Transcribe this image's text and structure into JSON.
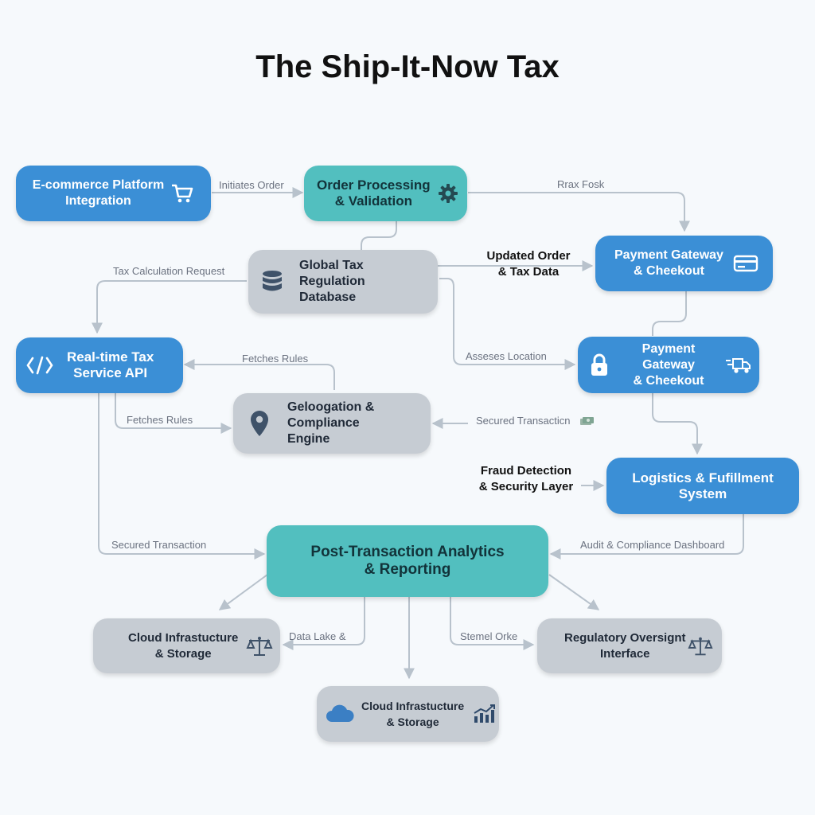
{
  "title": "The Ship-It-Now Tax",
  "nodes": {
    "ecommerce": "E-commerce Platform\nIntegration",
    "order_processing": "Order Processing\n& Validation",
    "global_tax_db": "Global Tax\nRegulation\nDatabase",
    "payment_gateway_1": "Payment Gateway\n& Cheekout",
    "realtime_tax_api": "Real-time Tax\nService API",
    "payment_gateway_2": "Payment Gateway\n& Cheekout",
    "geolocation_engine": "Geloogation &\nCompliance\nEngine",
    "logistics": "Logistics & Fufillment\nSystem",
    "analytics": "Post-Transaction Analytics\n& Reporting",
    "cloud_left": "Cloud Infrastucture\n& Storage",
    "regulatory": "Regulatory Oversignt\nInterface",
    "cloud_bottom": "Cloud Infrastucture\n& Storage"
  },
  "edge_labels": {
    "initiates_order": "Initiates Order",
    "rrax_fosk": "Rrax Fosk",
    "tax_calc_request": "Tax Calculation Request",
    "fetches_rules_top": "Fetches Rules",
    "assesses_location": "Asseses Location",
    "fetches_rules_left": "Fetches Rules",
    "secured_transaction_right": "Secured Transacticn",
    "secured_transaction_left": "Secured Transaction",
    "audit_dashboard": "Audit & Compliance Dashboard",
    "data_lake": "Data Lake &",
    "stemel_orke": "Stemel Orke"
  },
  "bold_labels": {
    "updated_order": "Updated Order\n& Tax Data",
    "fraud_detection": "Fraud Detection\n& Security Layer"
  },
  "icons": {
    "ecommerce": "shopping-cart-icon",
    "order_processing": "gear-icon",
    "global_tax_db": "database-icon",
    "payment_gateway_1": "credit-card-icon",
    "realtime_tax_api": "code-icon",
    "payment_gateway_2_left": "lock-icon",
    "payment_gateway_2_right": "delivery-truck-icon",
    "geolocation_engine": "map-pin-icon",
    "secured_transaction": "money-icon",
    "cloud_left": "scales-icon",
    "regulatory": "scales-icon",
    "cloud_bottom_left": "cloud-icon",
    "cloud_bottom_right": "bar-chart-icon"
  },
  "colors": {
    "blue": "#3b8fd6",
    "teal": "#52bfbf",
    "gray": "#c6ccd3",
    "connector": "#b8c2cc"
  }
}
